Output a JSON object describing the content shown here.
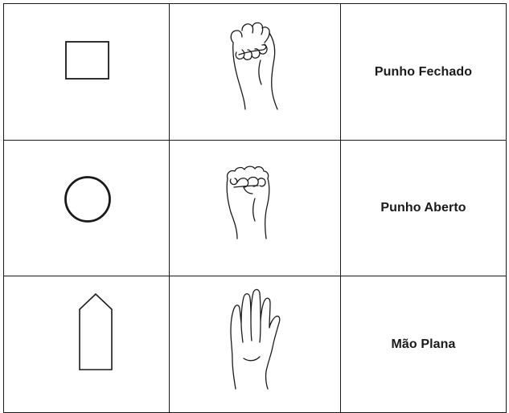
{
  "rows": [
    {
      "shape": "rectangle-icon",
      "hand": "closed-fist-icon",
      "label": "Punho Fechado"
    },
    {
      "shape": "circle-icon",
      "hand": "open-fist-icon",
      "label": "Punho Aberto"
    },
    {
      "shape": "pentagon-tall-icon",
      "hand": "flat-hand-icon",
      "label": "Mão Plana"
    }
  ],
  "colors": {
    "stroke": "#1a1a1a",
    "background": "#ffffff"
  }
}
